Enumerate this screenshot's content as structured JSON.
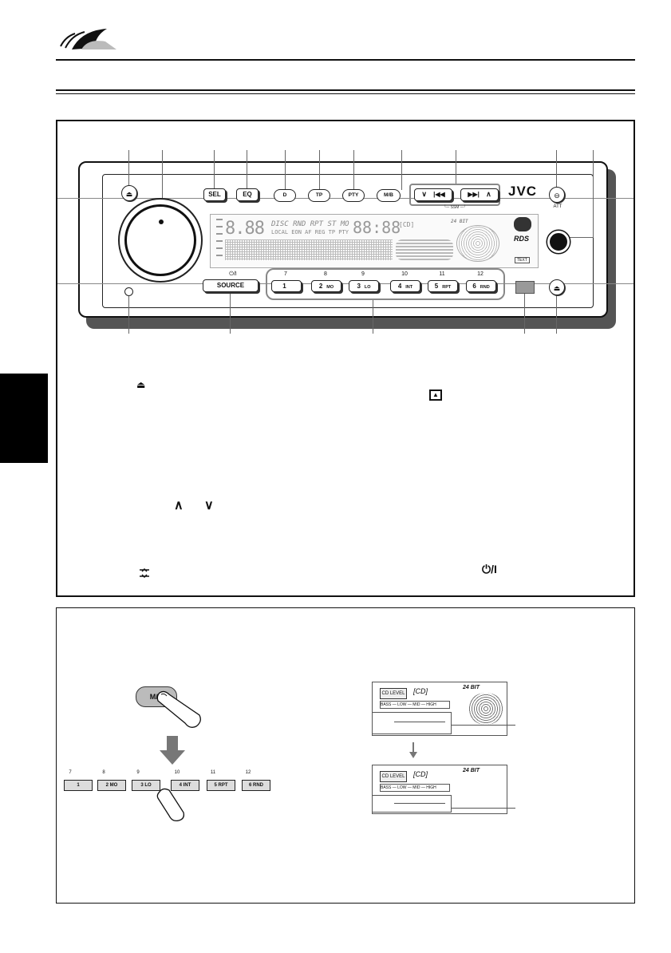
{
  "header": {
    "logo_icon": "wave-swoosh-logo"
  },
  "faceplate": {
    "brand": "JVC",
    "buttons": {
      "sel": "SEL",
      "eq": "EQ",
      "d": "D",
      "tp": "TP",
      "pty": "PTY",
      "mb": "M/B",
      "source": "SOURCE",
      "power_symbol": "⏻/I",
      "att": "ATT"
    },
    "preset_numbers": [
      "7",
      "8",
      "9",
      "10",
      "11",
      "12"
    ],
    "preset_labels": [
      {
        "num": "1",
        "sub": ""
      },
      {
        "num": "2",
        "sub": "MO"
      },
      {
        "num": "3",
        "sub": "LO"
      },
      {
        "num": "4",
        "sub": "INT"
      },
      {
        "num": "5",
        "sub": "RPT"
      },
      {
        "num": "6",
        "sub": "RND"
      }
    ],
    "lcd": {
      "row1": "DISC RND RPT ST MO",
      "row2": "LOCAL EON AF REG TP PTY",
      "clock": "88:88",
      "bit": "24 BIT",
      "text_badge": "TEXT"
    }
  },
  "legend_icons": [
    "eject-icon",
    "eject-box-icon",
    "up-chevron-icon",
    "down-chevron-icon",
    "detach-icon",
    "power-icon"
  ],
  "example": {
    "mb_label": "M/B",
    "bit_label": "24 BIT",
    "preset_numbers": [
      "7",
      "8",
      "9",
      "10",
      "11",
      "12"
    ],
    "preset_labels": [
      "1",
      "2 MO",
      "3 LO",
      "4 INT",
      "5 RPT",
      "6 RND"
    ]
  }
}
